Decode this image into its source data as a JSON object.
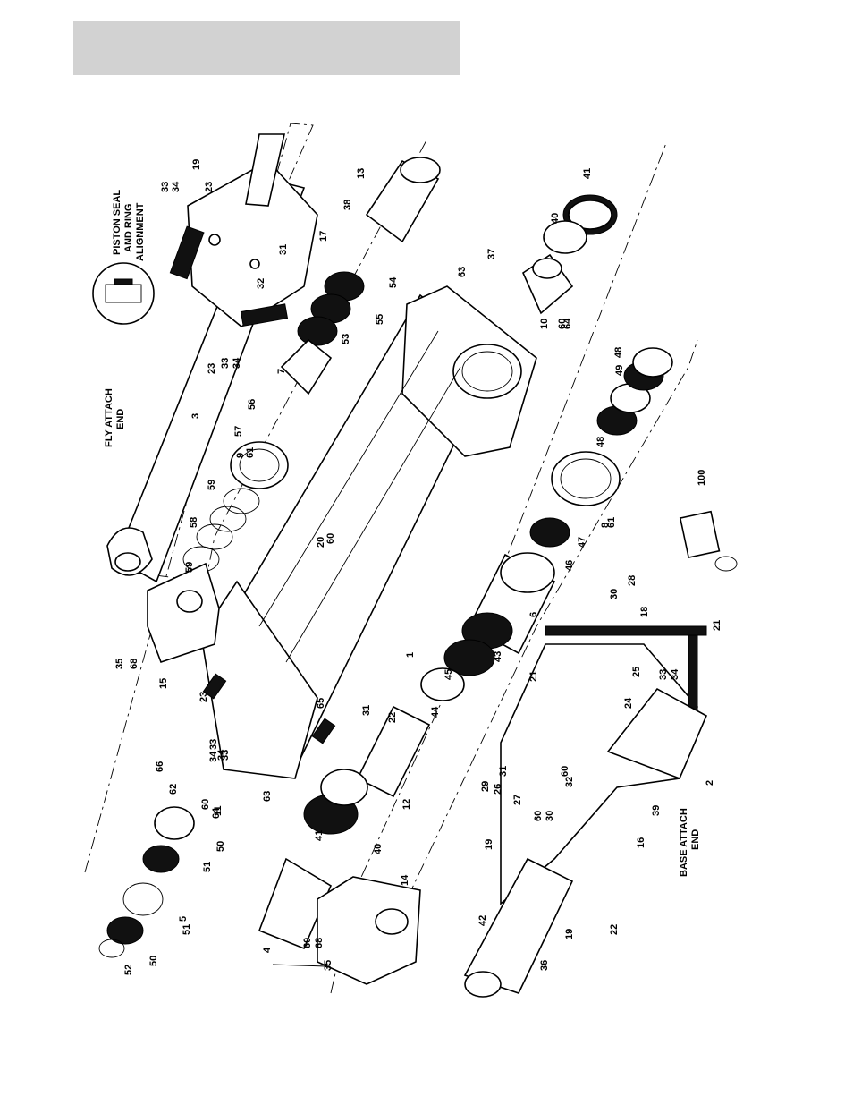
{
  "header": {
    "title": ""
  },
  "labels": {
    "fly_attach_end": [
      "FLY ATTACH",
      "END"
    ],
    "base_attach_end": [
      "BASE ATTACH",
      "END"
    ],
    "piston_seal": [
      "PISTON SEAL",
      "AND RING",
      "ALIGNMENT"
    ]
  },
  "callouts": [
    "1",
    "2",
    "3",
    "4",
    "5",
    "6",
    "7",
    "8",
    "9",
    "10",
    "11",
    "12",
    "13",
    "14",
    "15",
    "16",
    "17",
    "18",
    "19",
    "19",
    "19",
    "20",
    "21",
    "21",
    "22",
    "22",
    "23",
    "23",
    "23",
    "24",
    "25",
    "26",
    "27",
    "28",
    "29",
    "30",
    "30",
    "31",
    "31",
    "31",
    "32",
    "32",
    "33",
    "33",
    "33",
    "33",
    "33",
    "34",
    "34",
    "34",
    "34",
    "34",
    "35",
    "35",
    "36",
    "37",
    "38",
    "39",
    "40",
    "40",
    "41",
    "41",
    "42",
    "43",
    "44",
    "45",
    "46",
    "47",
    "48",
    "48",
    "49",
    "50",
    "50",
    "51",
    "51",
    "52",
    "53",
    "54",
    "55",
    "56",
    "57",
    "58",
    "59",
    "59",
    "60",
    "60",
    "60",
    "60",
    "60",
    "60",
    "61",
    "61",
    "62",
    "63",
    "63",
    "64",
    "64",
    "65",
    "66",
    "68",
    "68",
    "100"
  ]
}
